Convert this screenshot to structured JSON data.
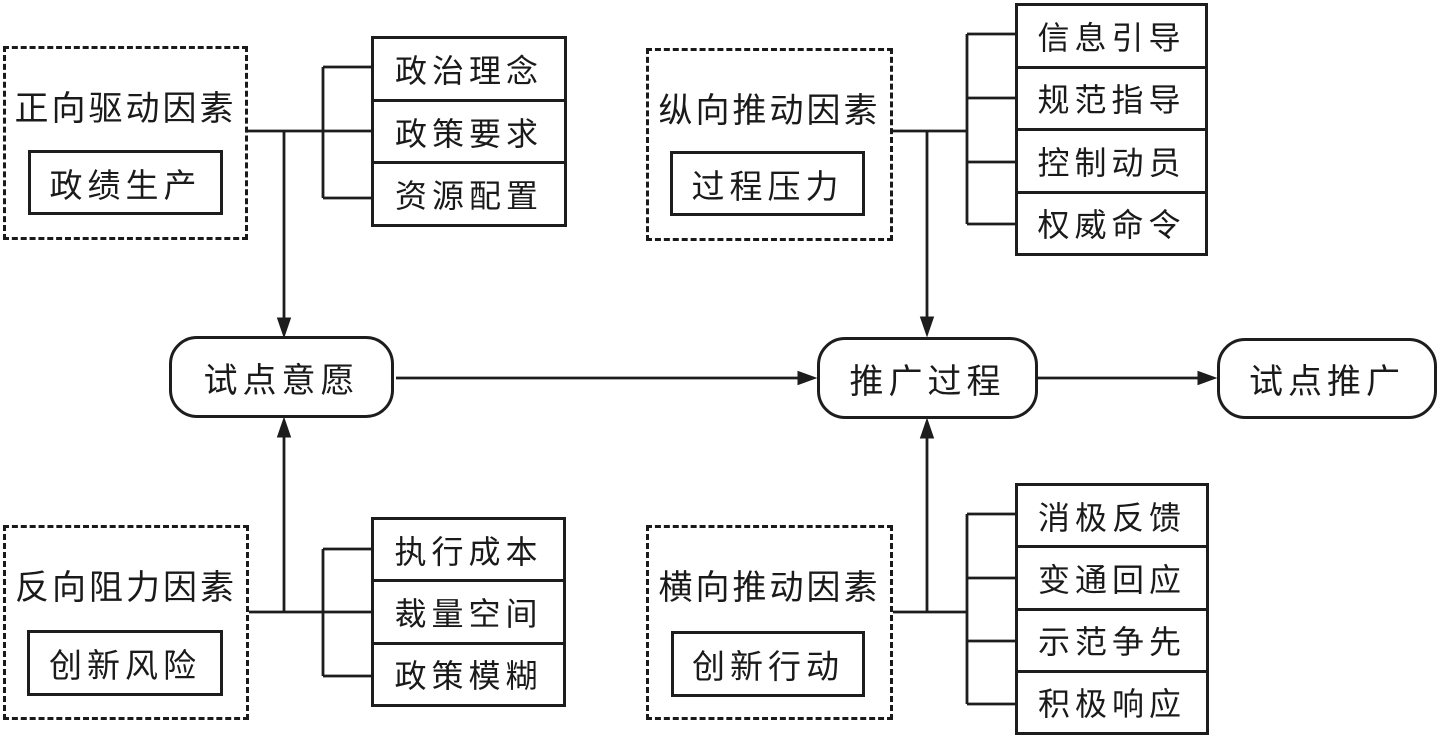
{
  "diagram": {
    "colors": {
      "line": "#1d1d1d",
      "background": "#ffffff",
      "text": "#1a1a1a"
    },
    "nodes": {
      "pilot_willingness": "试点意愿",
      "promotion_process": "推广过程",
      "pilot_promotion": "试点推广"
    },
    "groups": {
      "positive": {
        "title": "正向驱动因素",
        "inner": "政绩生产",
        "items": [
          "政治理念",
          "政策要求",
          "资源配置"
        ]
      },
      "negative": {
        "title": "反向阻力因素",
        "inner": "创新风险",
        "items": [
          "执行成本",
          "裁量空间",
          "政策模糊"
        ]
      },
      "vertical": {
        "title": "纵向推动因素",
        "inner": "过程压力",
        "items": [
          "信息引导",
          "规范指导",
          "控制动员",
          "权威命令"
        ]
      },
      "horizontal": {
        "title": "横向推动因素",
        "inner": "创新行动",
        "items": [
          "消极反馈",
          "变通回应",
          "示范争先",
          "积极响应"
        ]
      }
    }
  }
}
